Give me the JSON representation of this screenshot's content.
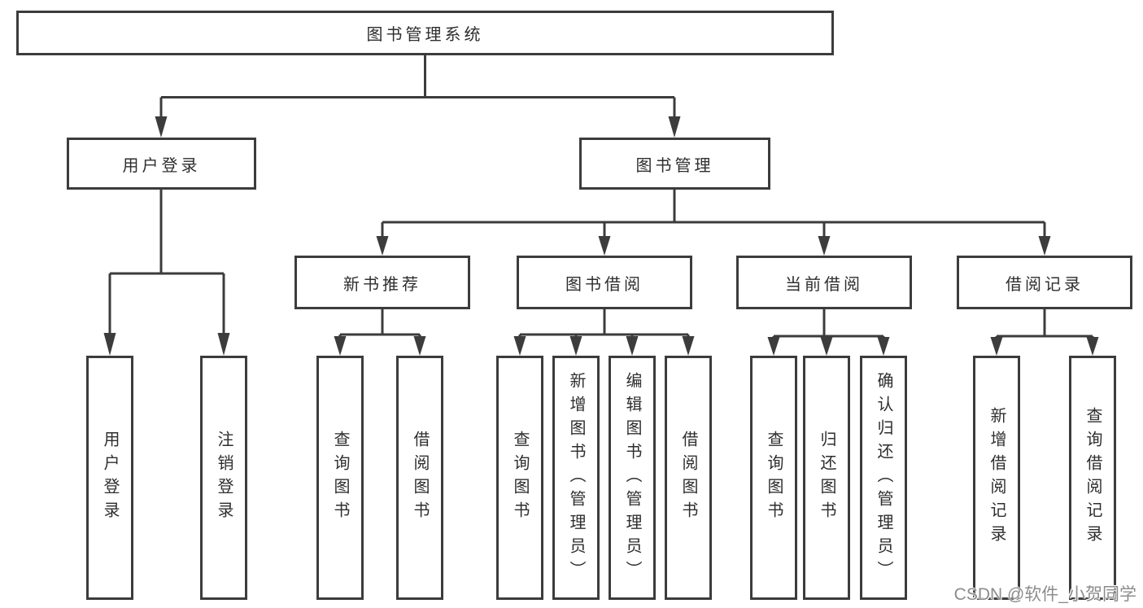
{
  "diagram": {
    "title": "图书管理系统",
    "level2": [
      {
        "label": "用户登录"
      },
      {
        "label": "图书管理"
      }
    ],
    "level3": [
      {
        "label": "新书推荐"
      },
      {
        "label": "图书借阅"
      },
      {
        "label": "当前借阅"
      },
      {
        "label": "借阅记录"
      }
    ],
    "leaves": {
      "user_login": [
        "用户登录",
        "注销登录"
      ],
      "new_book_recommend": [
        "查询图书",
        "借阅图书"
      ],
      "book_borrow": [
        "查询图书",
        "新增图书（管理员）",
        "编辑图书（管理员）",
        "借阅图书"
      ],
      "current_borrow": [
        "查询图书",
        "归还图书",
        "确认归还（管理员）"
      ],
      "borrow_record": [
        "新增借阅记录",
        "查询借阅记录"
      ]
    }
  },
  "watermark": {
    "text": "CSDN @软件_小贺同学"
  },
  "colors": {
    "line": "#3c3c3c",
    "text": "#2e2e2e",
    "watermark": "#8c8c8c",
    "background": "#ffffff"
  }
}
